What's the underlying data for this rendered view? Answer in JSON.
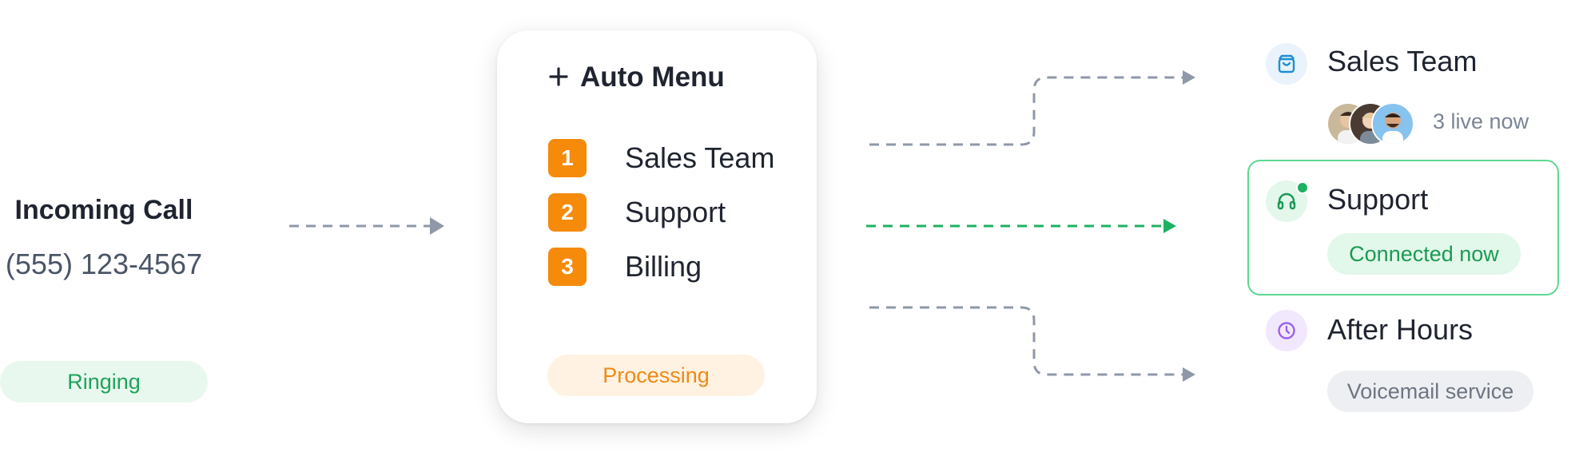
{
  "incoming": {
    "title": "Incoming Call",
    "number": "(555) 123-4567",
    "status": "Ringing"
  },
  "menu": {
    "title": "Auto Menu",
    "plus_icon": "plus-icon",
    "options": [
      {
        "num": "1",
        "label": "Sales Team"
      },
      {
        "num": "2",
        "label": "Support"
      },
      {
        "num": "3",
        "label": "Billing"
      }
    ],
    "status": "Processing"
  },
  "destinations": {
    "sales": {
      "title": "Sales Team",
      "icon": "shopping-bag-icon",
      "live": "3 live now"
    },
    "support": {
      "title": "Support",
      "icon": "headset-icon",
      "status": "Connected now"
    },
    "after_hours": {
      "title": "After Hours",
      "icon": "clock-icon",
      "status": "Voicemail service"
    }
  },
  "colors": {
    "accent_orange": "#f58a0b",
    "active_green": "#1ea35a",
    "connector_gray": "#8f98a8",
    "sales_blue": "#1e8ed6",
    "after_hours_purple": "#9b63e8"
  }
}
